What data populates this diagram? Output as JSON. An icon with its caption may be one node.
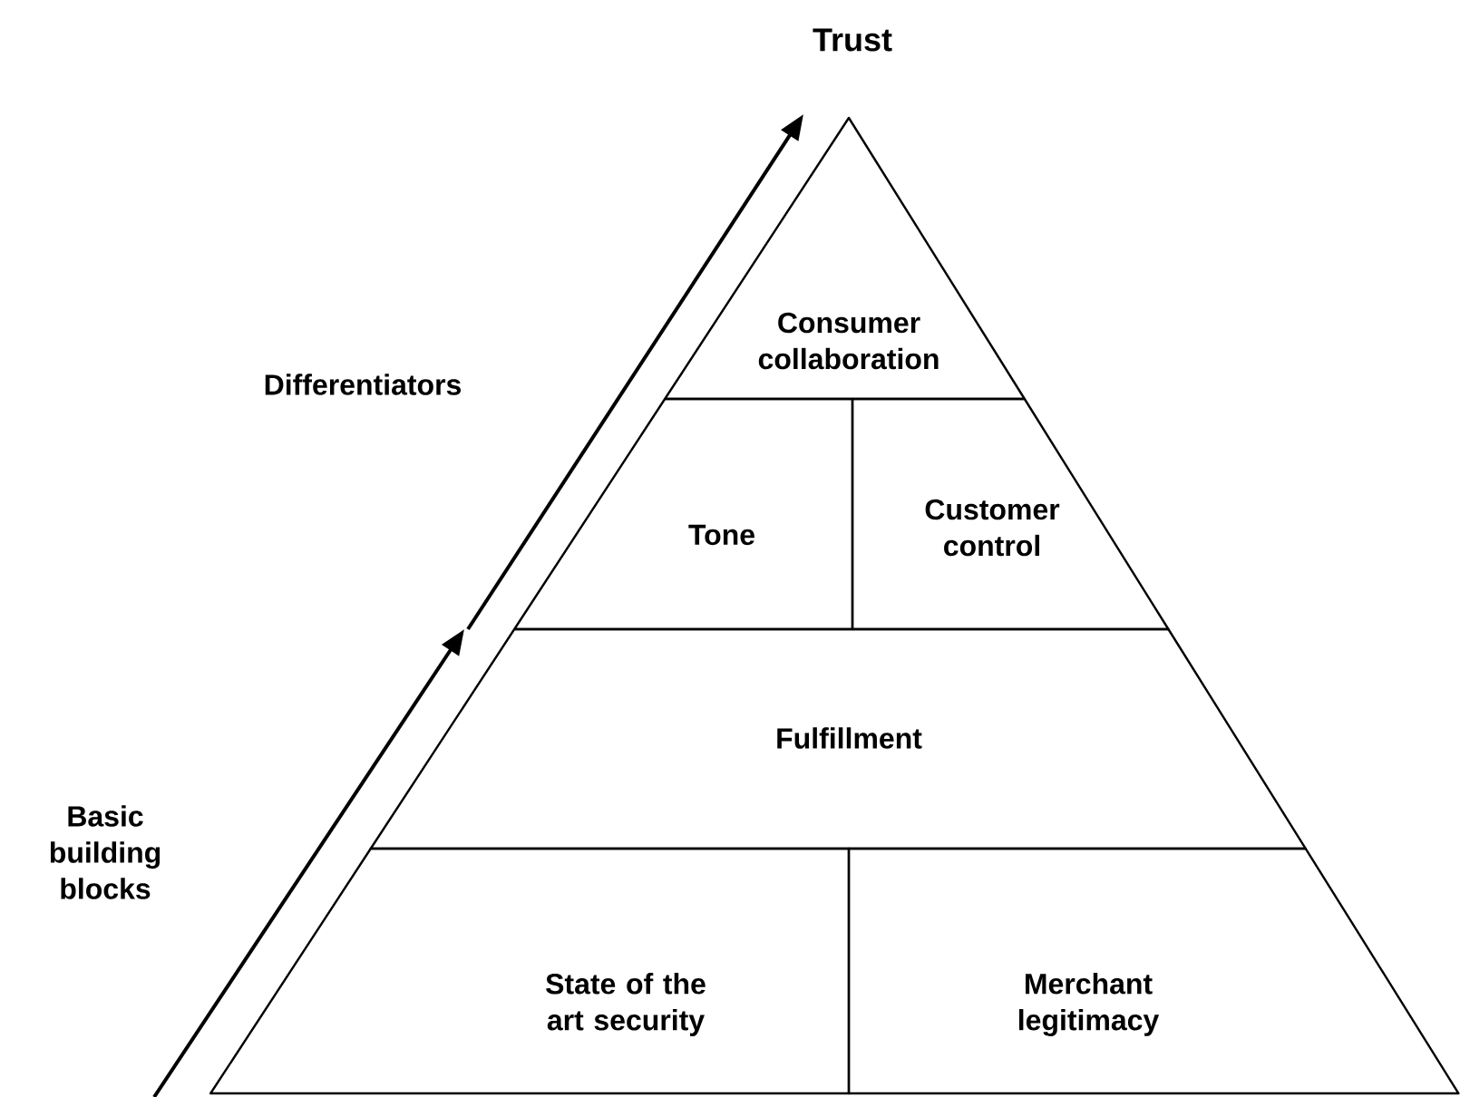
{
  "diagram": {
    "title": "Trust",
    "nodes": [
      {
        "text": [
          "Consumer collaboration"
        ]
      },
      {
        "text": [
          "Tone"
        ]
      },
      {
        "text": [
          "Customer control"
        ]
      },
      {
        "text": [
          "Fulfillment"
        ]
      },
      {
        "text": [
          "State of the art security"
        ]
      },
      {
        "text": [
          "Merchant legitimacy"
        ]
      }
    ],
    "labels": [
      "Differentiators",
      "Basic building blocks"
    ]
  }
}
